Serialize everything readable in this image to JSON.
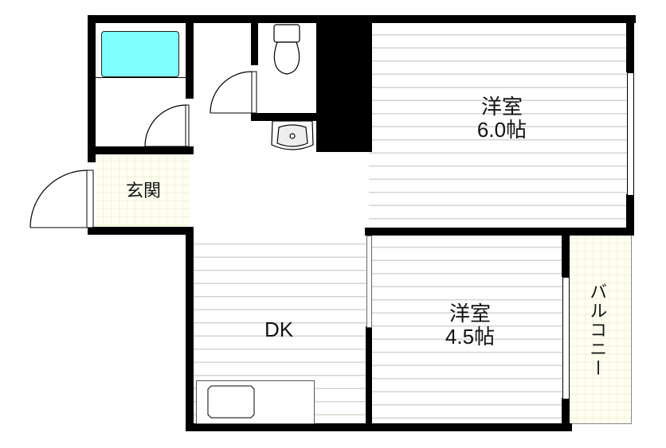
{
  "floorplan": {
    "rooms": [
      {
        "id": "western-room-large",
        "name": "洋室",
        "size": "6.0帖"
      },
      {
        "id": "western-room-small",
        "name": "洋室",
        "size": "4.5帖"
      },
      {
        "id": "dining-kitchen",
        "name": "DK"
      },
      {
        "id": "entrance",
        "name": "玄関"
      },
      {
        "id": "balcony",
        "name": "バルコニー"
      }
    ],
    "fixtures": [
      "bathtub-icon",
      "toilet-icon",
      "washbasin-icon",
      "kitchen-sink-icon"
    ],
    "colors": {
      "wall": "#000000",
      "bathtub": "#80ffff",
      "tile_floor": "#fffff0",
      "floor_lines": "#d8d3cc"
    }
  }
}
